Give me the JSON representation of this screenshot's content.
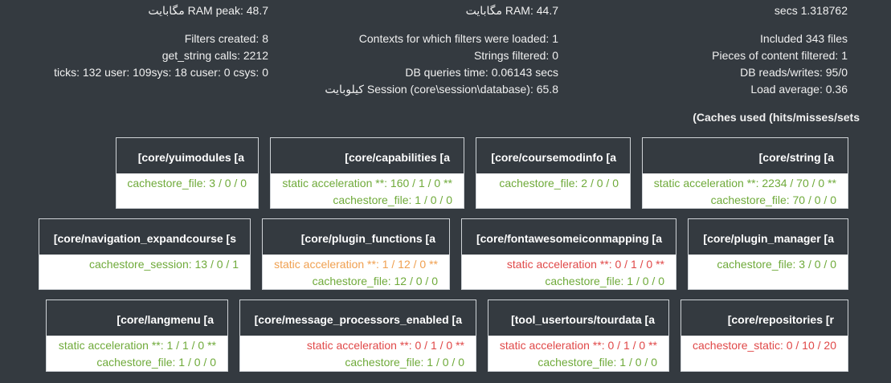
{
  "stats": {
    "col1": [
      "مگابایت RAM peak: 48.7",
      "Filters created: 8",
      "get_string calls: 2212",
      "ticks: 132 user: 109sys: 18 cuser: 0 csys: 0"
    ],
    "col2": [
      "مگابایت RAM: 44.7",
      "Contexts for which filters were loaded: 1",
      "Strings filtered: 0",
      "DB queries time: 0.06143 secs",
      "کیلوبایت Session (core\\session\\database): 65.8"
    ],
    "col3": [
      "secs 1.318762",
      "Included 343 files",
      "Pieces of content filtered: 1",
      "DB reads/writes: 95/0",
      "Load average: 0.36"
    ]
  },
  "caches_title": "(Caches used (hits/misses/sets",
  "colors": {
    "green": "#6faa3a",
    "orange": "#f0a050",
    "red": "#e04848",
    "header": "#343a40"
  },
  "cards": [
    {
      "title": "[core/yuimodules [a",
      "lines": [
        {
          "text": "cachestore_file: 3 / 0 / 0",
          "status": "green"
        }
      ]
    },
    {
      "title": "[core/capabilities [a",
      "lines": [
        {
          "text": "static acceleration **: 160 / 1 / 0 **",
          "status": "green"
        },
        {
          "text": "cachestore_file: 1 / 0 / 0",
          "status": "green"
        }
      ]
    },
    {
      "title": "[core/coursemodinfo [a",
      "lines": [
        {
          "text": "cachestore_file: 2 / 0 / 0",
          "status": "green"
        }
      ]
    },
    {
      "title": "[core/string [a",
      "lines": [
        {
          "text": "static acceleration **: 2234 / 70 / 0 **",
          "status": "green"
        },
        {
          "text": "cachestore_file: 70 / 0 / 0",
          "status": "green"
        }
      ]
    },
    {
      "title": "[core/navigation_expandcourse [s",
      "lines": [
        {
          "text": "cachestore_session: 13 / 0 / 1",
          "status": "green"
        }
      ]
    },
    {
      "title": "[core/plugin_functions [a",
      "lines": [
        {
          "text": "static acceleration **: 1 / 12 / 0 **",
          "status": "orange"
        },
        {
          "text": "cachestore_file: 12 / 0 / 0",
          "status": "green"
        }
      ]
    },
    {
      "title": "[core/fontawesomeiconmapping [a",
      "lines": [
        {
          "text": "static acceleration **: 0 / 1 / 0 **",
          "status": "red"
        },
        {
          "text": "cachestore_file: 1 / 0 / 0",
          "status": "green"
        }
      ]
    },
    {
      "title": "[core/plugin_manager [a",
      "lines": [
        {
          "text": "cachestore_file: 3 / 0 / 0",
          "status": "green"
        }
      ]
    },
    {
      "title": "[core/langmenu [a",
      "lines": [
        {
          "text": "static acceleration **: 1 / 1 / 0 **",
          "status": "green"
        },
        {
          "text": "cachestore_file: 1 / 0 / 0",
          "status": "green"
        }
      ]
    },
    {
      "title": "[core/message_processors_enabled [a",
      "lines": [
        {
          "text": "static acceleration **: 0 / 1 / 0 **",
          "status": "red"
        },
        {
          "text": "cachestore_file: 1 / 0 / 0",
          "status": "green"
        }
      ]
    },
    {
      "title": "[tool_usertours/tourdata [a",
      "lines": [
        {
          "text": "static acceleration **: 0 / 1 / 0 **",
          "status": "red"
        },
        {
          "text": "cachestore_file: 1 / 0 / 0",
          "status": "green"
        }
      ]
    },
    {
      "title": "[core/repositories [r",
      "lines": [
        {
          "text": "cachestore_static: 0 / 10 / 20",
          "status": "red"
        }
      ]
    }
  ]
}
